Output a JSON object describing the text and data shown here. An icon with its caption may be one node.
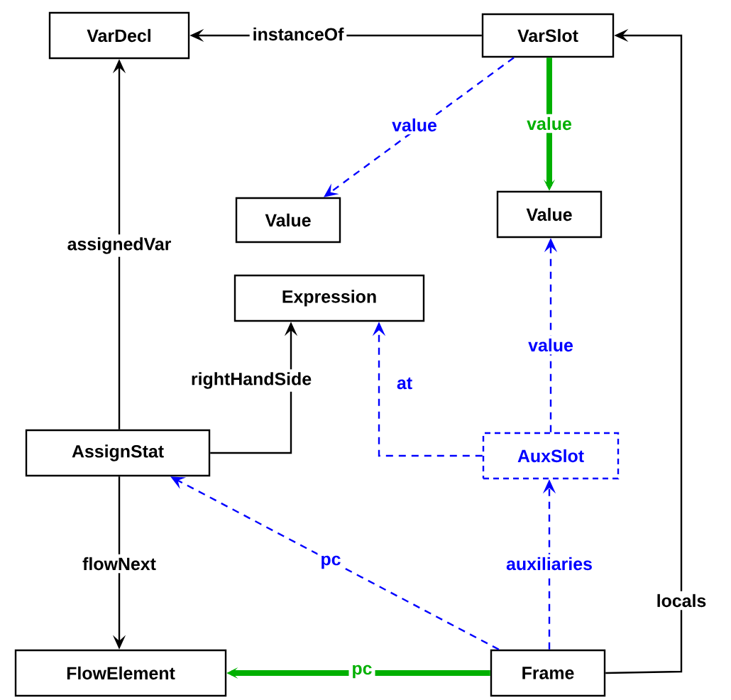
{
  "diagram": {
    "nodes": [
      {
        "text": [
          "VarDecl"
        ]
      },
      {
        "text": [
          "VarSlot"
        ]
      },
      {
        "text": [
          "Value"
        ]
      },
      {
        "text": [
          "Value"
        ]
      },
      {
        "text": [
          "Expression"
        ]
      },
      {
        "text": [
          "AssignStat"
        ]
      },
      {
        "text": [
          "AuxSlot"
        ]
      },
      {
        "text": [
          "FlowElement"
        ]
      },
      {
        "text": [
          "Frame"
        ]
      }
    ],
    "edges": [
      {
        "from": 1,
        "to": 0,
        "arrow": "to",
        "label": "instanceOf"
      },
      {
        "from": 1,
        "to": 2,
        "arrow": "to",
        "label": "value",
        "style": "dashed",
        "color": "#0000ff"
      },
      {
        "from": 1,
        "to": 3,
        "arrow": "to",
        "label": "value",
        "style": "thick",
        "color": "#00b000"
      },
      {
        "from": 6,
        "to": 3,
        "arrow": "to",
        "label": "value",
        "style": "dashed",
        "color": "#0000ff"
      },
      {
        "from": 5,
        "to": 0,
        "arrow": "to",
        "label": "assignedVar"
      },
      {
        "from": 5,
        "to": 4,
        "arrow": "to",
        "label": "rightHandSide"
      },
      {
        "from": 6,
        "to": 4,
        "arrow": "to",
        "label": "at",
        "style": "dashed",
        "color": "#0000ff"
      },
      {
        "from": 5,
        "to": 7,
        "arrow": "to",
        "label": "flowNext"
      },
      {
        "from": 8,
        "to": 5,
        "arrow": "to",
        "label": "pc",
        "style": "dashed",
        "color": "#0000ff"
      },
      {
        "from": 8,
        "to": 6,
        "arrow": "to",
        "label": "auxiliaries",
        "style": "dashed",
        "color": "#0000ff"
      },
      {
        "from": 8,
        "to": 7,
        "arrow": "to",
        "label": "pc",
        "style": "thick",
        "color": "#00b000"
      },
      {
        "from": 8,
        "to": 1,
        "arrow": "to",
        "label": "locals"
      }
    ]
  }
}
